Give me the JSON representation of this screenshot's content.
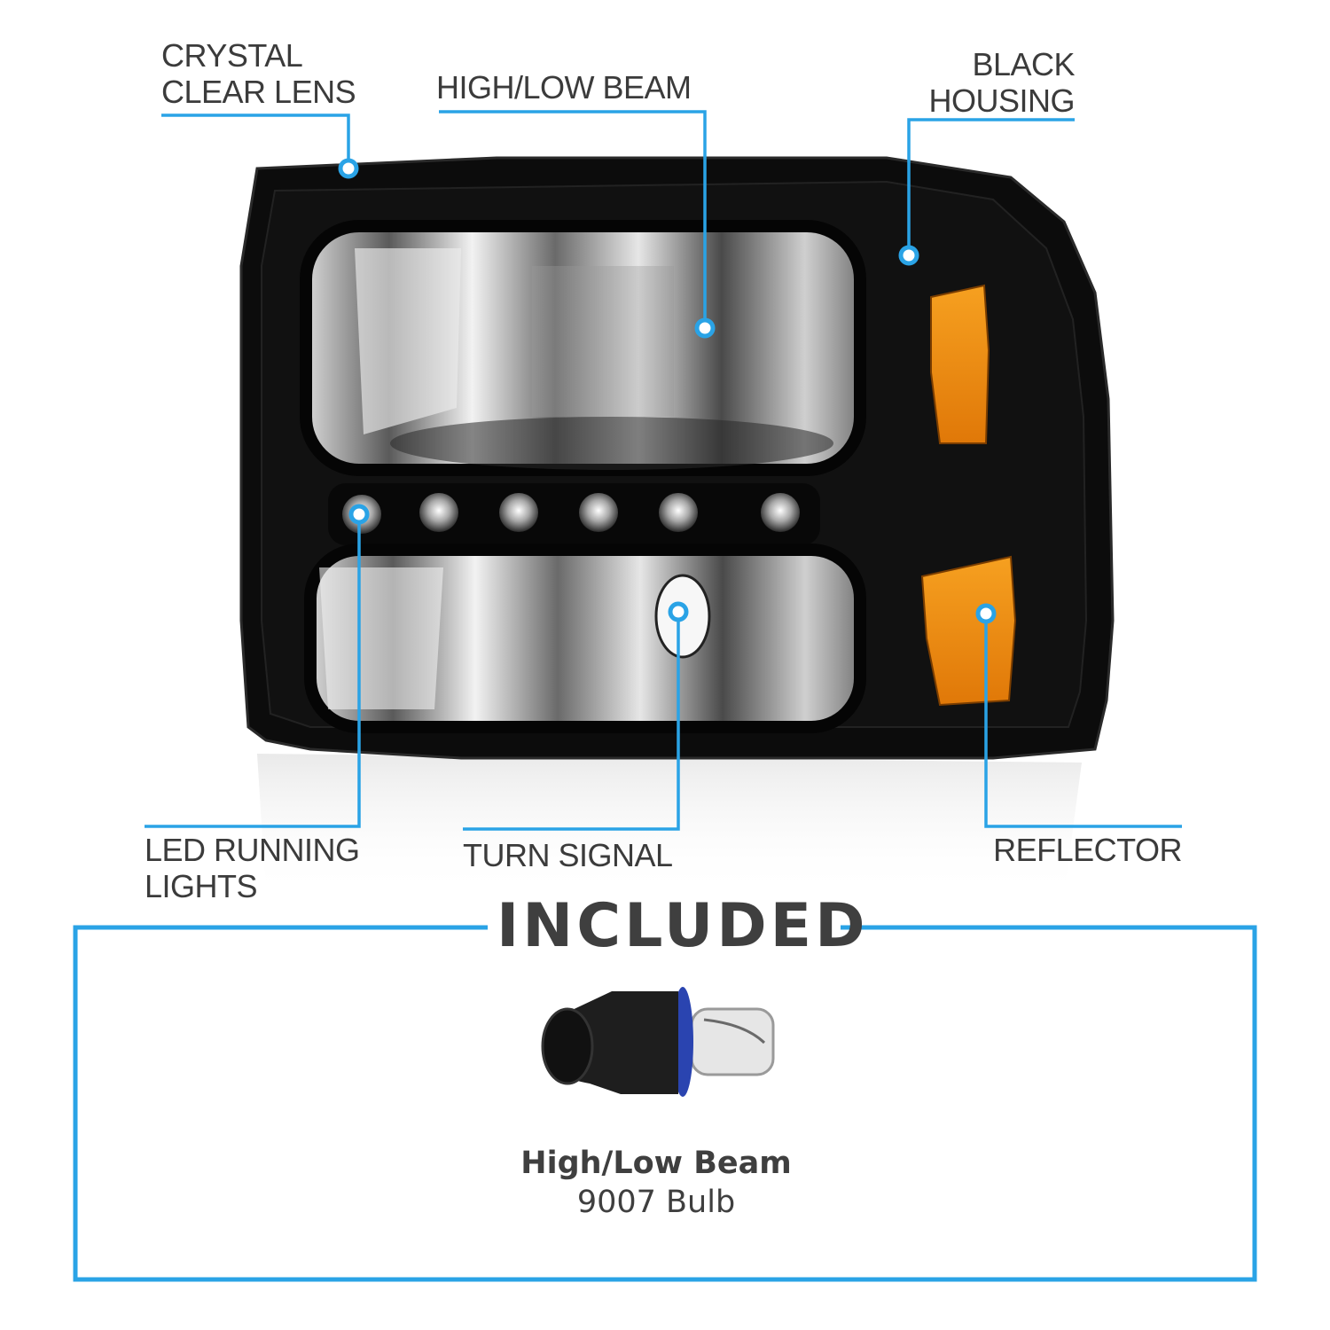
{
  "callouts": {
    "crystal_clear_lens": [
      "CRYSTAL",
      "CLEAR LENS"
    ],
    "high_low_beam": [
      "HIGH/LOW BEAM"
    ],
    "black_housing": [
      "BLACK",
      "HOUSING"
    ],
    "led_running_lights": [
      "LED RUNNING",
      "LIGHTS"
    ],
    "turn_signal": [
      "TURN SIGNAL"
    ],
    "reflector": [
      "REFLECTOR"
    ]
  },
  "included": {
    "title": "INCLUDED",
    "bulb_name": "High/Low Beam",
    "bulb_type": "9007 Bulb"
  },
  "colors": {
    "accent": "#2aa3e6",
    "text": "#3b3b3b",
    "housing": "#0c0c0c",
    "amber": "#f08a0c"
  }
}
